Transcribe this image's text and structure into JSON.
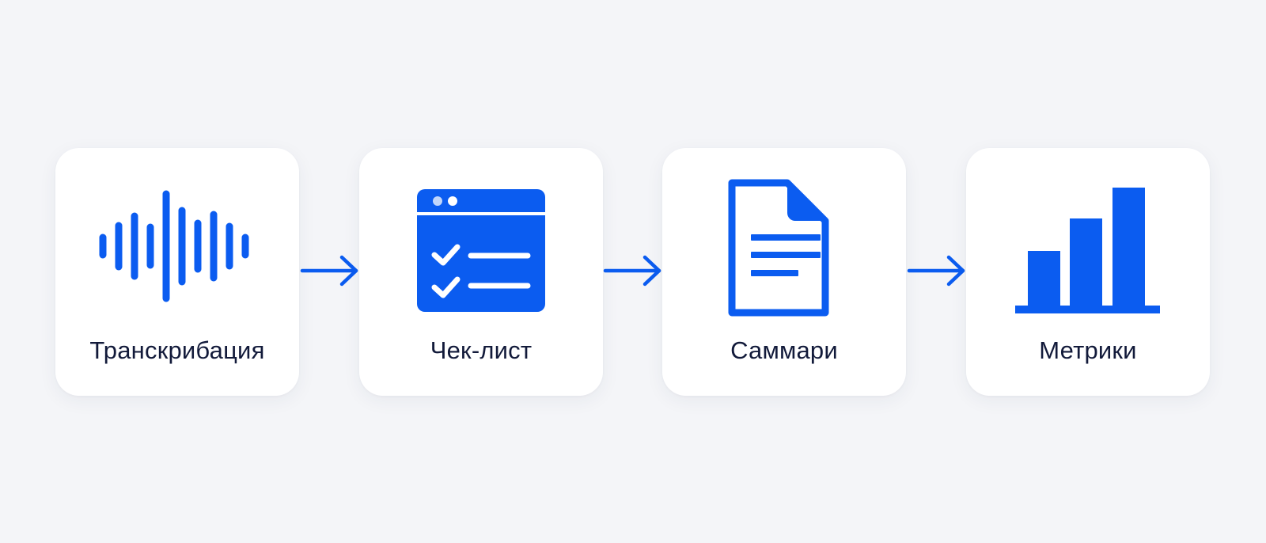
{
  "colors": {
    "accent": "#0b5cf0",
    "background": "#f4f5f8",
    "card": "#ffffff",
    "text": "#121a3a"
  },
  "steps": [
    {
      "label": "Транскрибация",
      "icon": "sound-wave-icon"
    },
    {
      "label": "Чек-лист",
      "icon": "checklist-window-icon"
    },
    {
      "label": "Саммари",
      "icon": "document-icon"
    },
    {
      "label": "Метрики",
      "icon": "bar-chart-icon"
    }
  ],
  "connectors": [
    {
      "icon": "arrow-right-icon"
    },
    {
      "icon": "arrow-right-icon"
    },
    {
      "icon": "arrow-right-icon"
    }
  ]
}
